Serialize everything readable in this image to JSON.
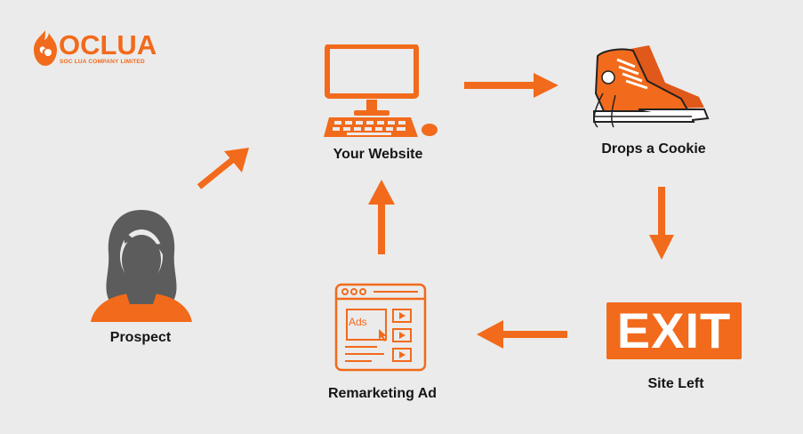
{
  "brand": {
    "name": "OCLUA",
    "subtitle": "SOC LUA COMPANY LIMITED"
  },
  "nodes": {
    "website": "Your Website",
    "cookie": "Drops a Cookie",
    "prospect": "Prospect",
    "remarketing": "Remarketing Ad",
    "site_left": "Site Left"
  },
  "exit_sign": "EXIT",
  "ad_tag": "Ads",
  "colors": {
    "accent": "#f26a1b",
    "silhouette": "#5c5c5c",
    "background": "#ebebeb",
    "text": "#151515"
  }
}
